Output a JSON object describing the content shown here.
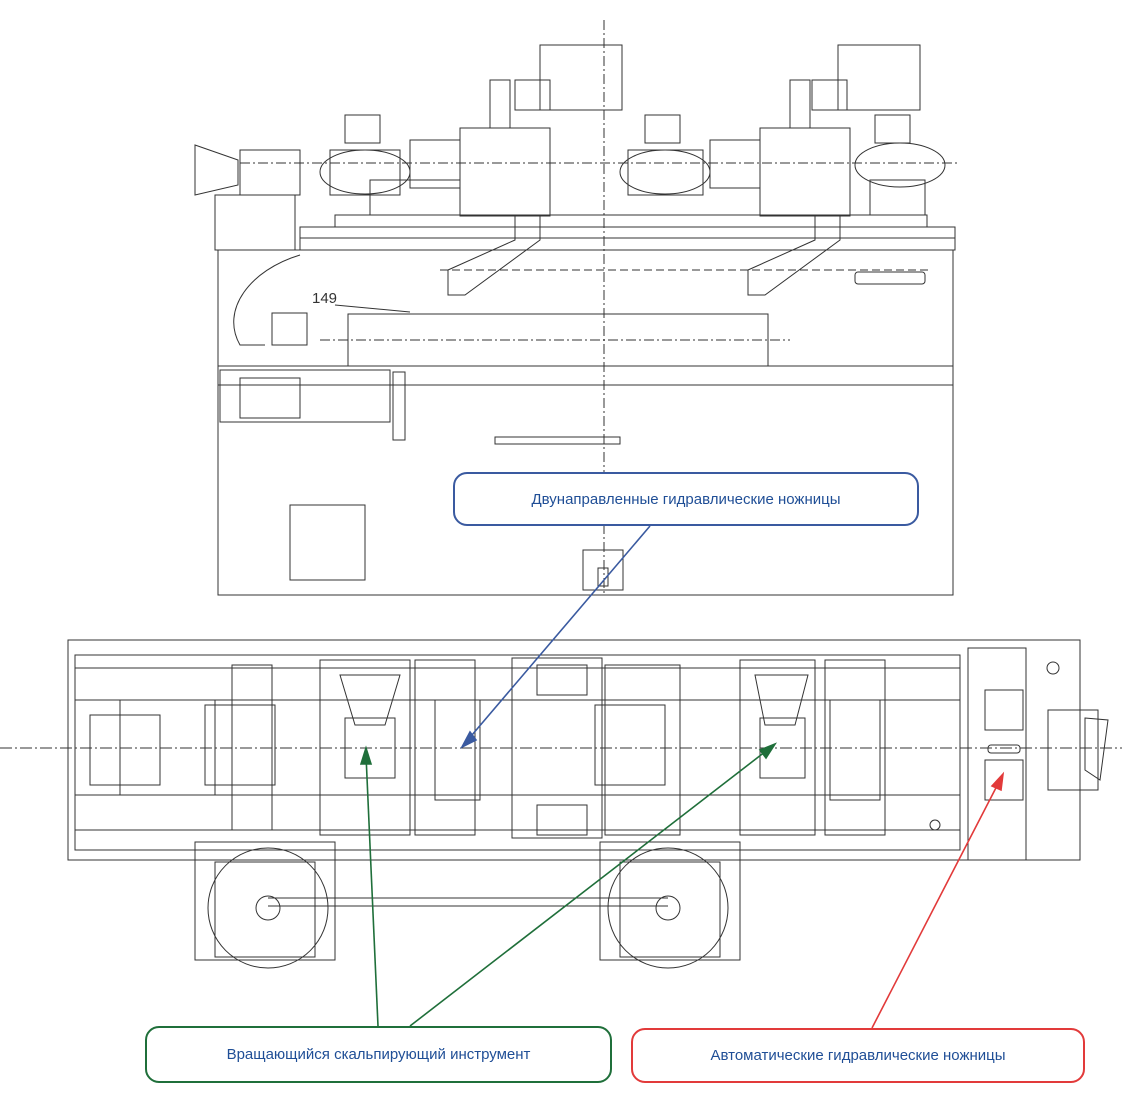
{
  "callouts": {
    "bidirectional": "Двунаправленные гидравлические ножницы",
    "scalping": "Вращающийся скальпирующий инструмент",
    "automatic": "Автоматические гидравлические ножницы"
  },
  "dimension": "149",
  "colors": {
    "blue": "#3a5aa0",
    "green": "#1f6f3a",
    "red": "#e23a3a",
    "line": "#333333"
  }
}
